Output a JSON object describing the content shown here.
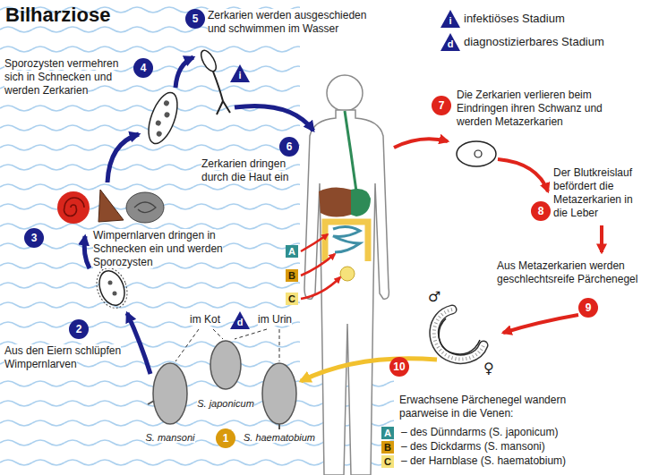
{
  "diagram": {
    "title": "Bilharziose",
    "nodes": [
      {
        "text": [
          "i"
        ]
      },
      {
        "text": [
          "d"
        ]
      },
      {
        "text": [
          "4"
        ]
      },
      {
        "text": [
          "5"
        ]
      },
      {
        "text": [
          "i"
        ]
      },
      {
        "text": [
          "6"
        ]
      },
      {
        "text": [
          "7"
        ]
      },
      {
        "text": [
          "3"
        ]
      },
      {
        "text": [
          "8"
        ]
      },
      {
        "text": [
          "A"
        ]
      },
      {
        "text": [
          "B"
        ]
      },
      {
        "text": [
          "C"
        ]
      },
      {
        "text": [
          "9"
        ]
      },
      {
        "text": [
          "d"
        ]
      },
      {
        "text": [
          "2"
        ]
      },
      {
        "text": [
          "10"
        ]
      },
      {
        "text": [
          "1"
        ]
      },
      {
        "text": [
          "A"
        ]
      },
      {
        "text": [
          "B"
        ]
      },
      {
        "text": [
          "C"
        ]
      }
    ],
    "labels": [
      "Sporozysten vermehren sich in Schnecken und werden Zerkarien",
      "Zerkarien werden ausgeschieden und schwimmen im Wasser",
      "Zerkarien dringen durch die Haut ein",
      "Die Zerkarien verlieren beim Eindringen ihren Schwanz und werden Metazerkarien",
      "Der Blutkreislauf befördert die Metazerkarien in die Leber",
      "Aus Metazerkarien werden geschlechtsreife Pärchenegel",
      "♂",
      "♀",
      "Erwachsene Pärchenegel wandern paarweise in die Venen:",
      "– des Dünndarms (S. japonicum)",
      "– des Dickdarms (S. mansoni)",
      "– der Harnblase (S. haematobium)",
      "im Kot",
      "im Urin",
      "S. japonicum",
      "S. mansoni",
      "S. haematobium",
      "Aus den Eiern schlüpfen Wimpernlarven",
      "Wimpernlarven dringen in Schnecken ein und werden Sporozysten"
    ],
    "legend": [
      {
        "text": "infektiöses Stadium"
      },
      {
        "text": "diagnostizierbares Stadium"
      }
    ]
  }
}
